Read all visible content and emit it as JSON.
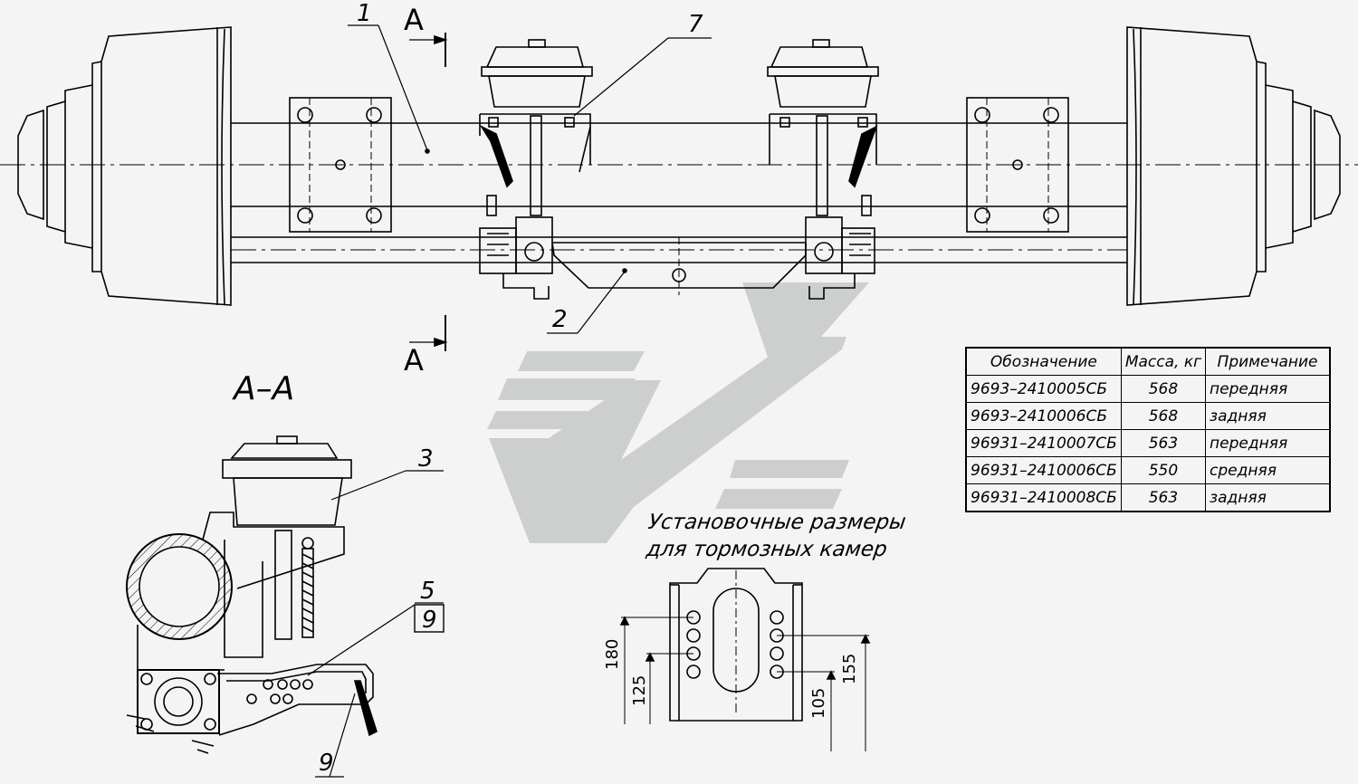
{
  "callouts": {
    "c1": "1",
    "c2": "2",
    "c3": "3",
    "c5": "5",
    "c7": "7",
    "c9_box": "9",
    "c9_bottom": "9"
  },
  "section": {
    "letter_top": "А",
    "letter_bottom": "А",
    "title": "А–А"
  },
  "caption": {
    "line1": "Установочные размеры",
    "line2": "для тормозных камер"
  },
  "dimensions": {
    "d180": "180",
    "d125": "125",
    "d105": "105",
    "d155": "155"
  },
  "table": {
    "headers": [
      "Обозначение",
      "Масса, кг",
      "Примечание"
    ],
    "rows": [
      [
        "9693–2410005СБ",
        "568",
        "передняя"
      ],
      [
        "9693–2410006СБ",
        "568",
        "задняя"
      ],
      [
        "96931–2410007СБ",
        "563",
        "передняя"
      ],
      [
        "96931–2410006СБ",
        "550",
        "средняя"
      ],
      [
        "96931–2410008СБ",
        "563",
        "задняя"
      ]
    ]
  },
  "colors": {
    "line": "#000000",
    "watermark": "#c9cccc",
    "background": "#f4f4f4"
  }
}
